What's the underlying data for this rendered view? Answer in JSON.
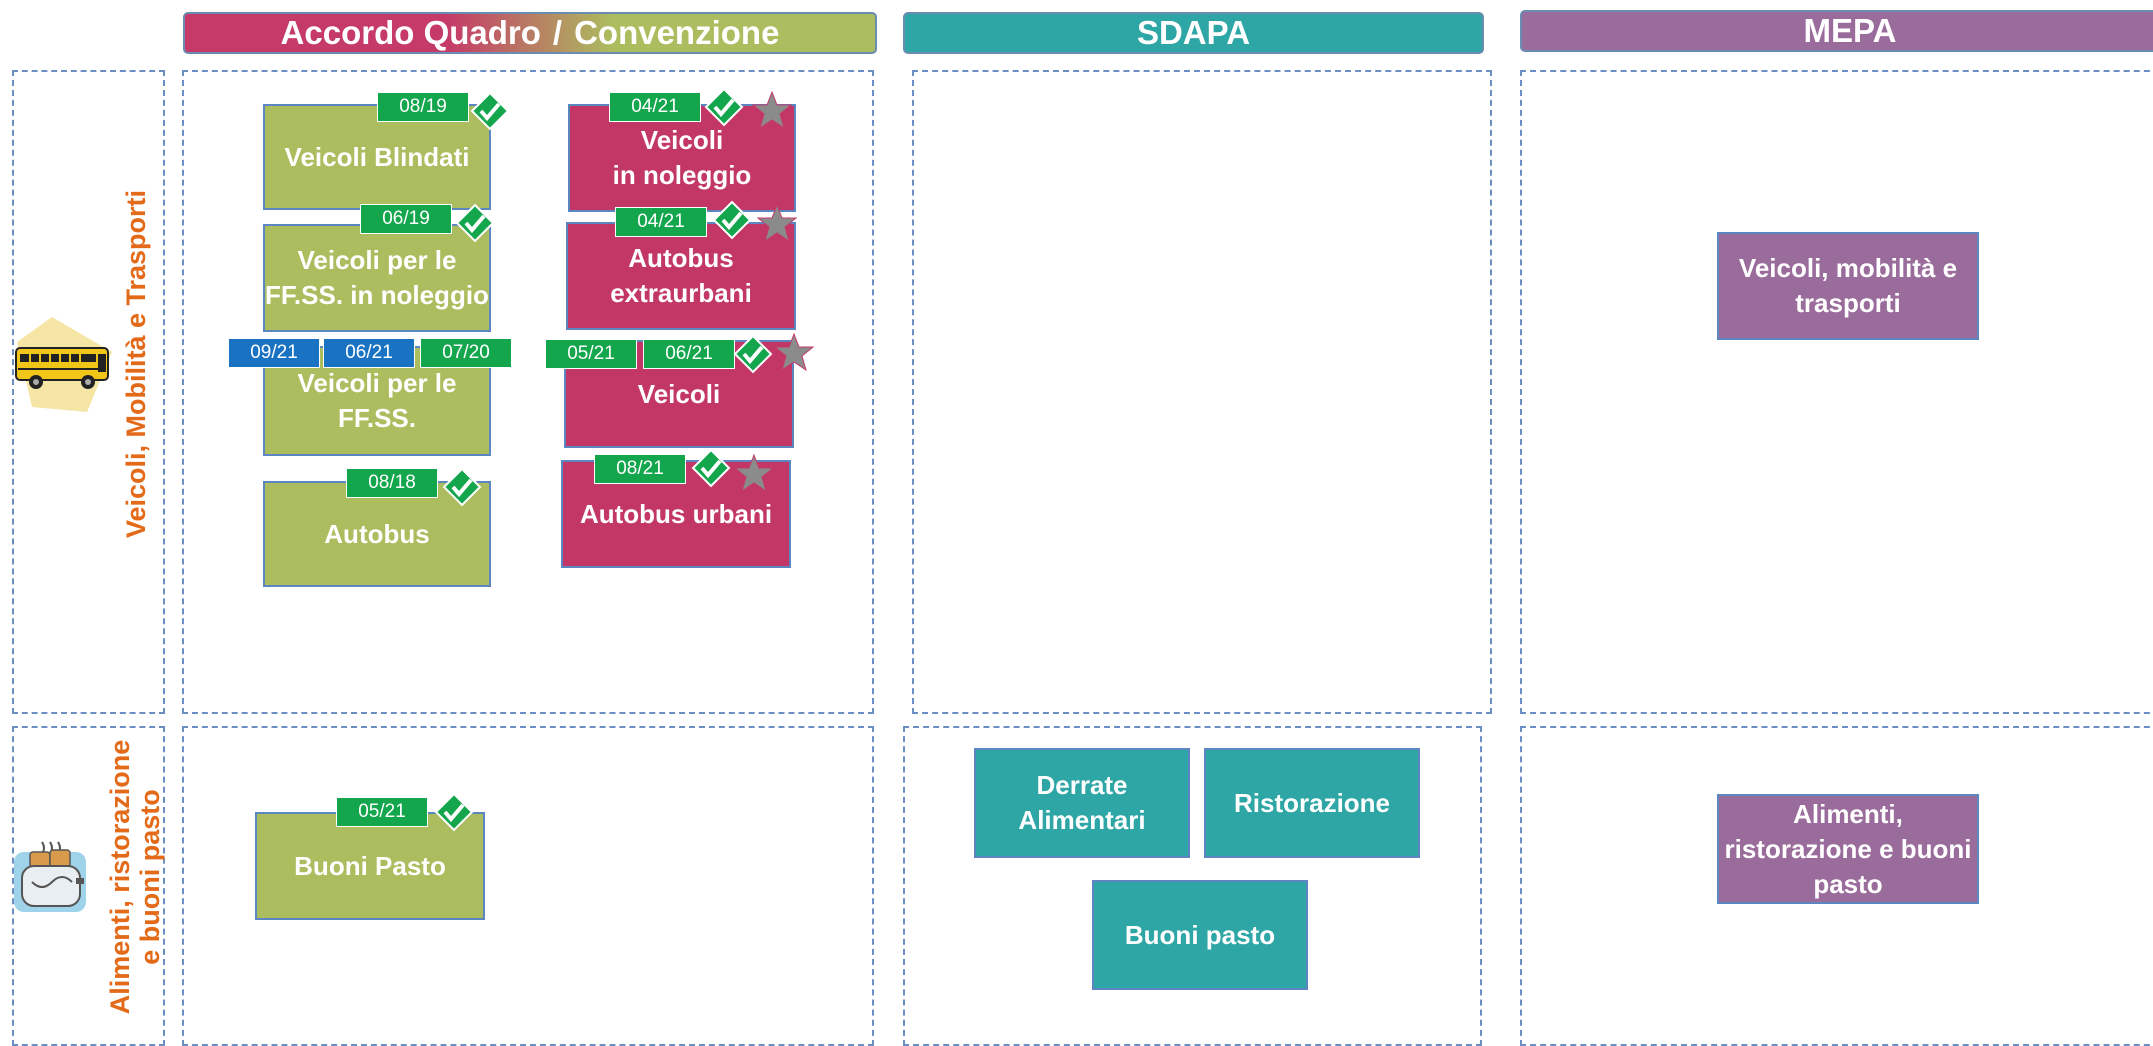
{
  "headers": {
    "accordo": "Accordo Quadro",
    "separator": "/",
    "convenzione": "Convenzione",
    "sdapa": "SDAPA",
    "mepa": "MEPA"
  },
  "rows": {
    "veicoli": "Veicoli, Mobilità e Trasporti",
    "alimenti_line1": "Alimenti, ristorazione",
    "alimenti_line2": "e buoni pasto"
  },
  "boxes": {
    "veicoli_blindati": "Veicoli Blindati",
    "veicoli_ffss_noleggio": "Veicoli per le\nFF.SS. in noleggio",
    "veicoli_ffss": "Veicoli per le\nFF.SS.",
    "autobus": "Autobus",
    "veicoli_noleggio": "Veicoli\nin noleggio",
    "autobus_extraurbani": "Autobus\nextraurbani",
    "veicoli": "Veicoli",
    "autobus_urbani": "Autobus urbani",
    "buoni_pasto_aq": "Buoni Pasto",
    "derrate": "Derrate\nAlimentari",
    "ristorazione": "Ristorazione",
    "buoni_pasto_sdapa": "Buoni pasto",
    "mepa_veicoli": "Veicoli, mobilità e\ntrasporti",
    "mepa_alimenti": "Alimenti,\nristorazione e buoni\npasto"
  },
  "tags": {
    "blindati": "08/19",
    "ffss_noleggio": "06/19",
    "ffss_1": "09/21",
    "ffss_2": "06/21",
    "ffss_3": "07/20",
    "autobus": "08/18",
    "noleggio": "04/21",
    "extraurbani": "04/21",
    "veicoli_1": "05/21",
    "veicoli_2": "06/21",
    "urbani": "08/21",
    "buoni_pasto": "05/21"
  },
  "colors": {
    "olive": "#acbd5f",
    "crimson": "#c33767",
    "teal": "#2ea6a5",
    "purple": "#9a6c9c",
    "tag_green": "#13a64c",
    "tag_blue": "#1a73c2",
    "row_label": "#e36a18",
    "dashed_border": "#6b8fc2"
  },
  "icons": [
    "check-icon",
    "star-icon",
    "school-bus-clipart",
    "toaster-clipart"
  ]
}
